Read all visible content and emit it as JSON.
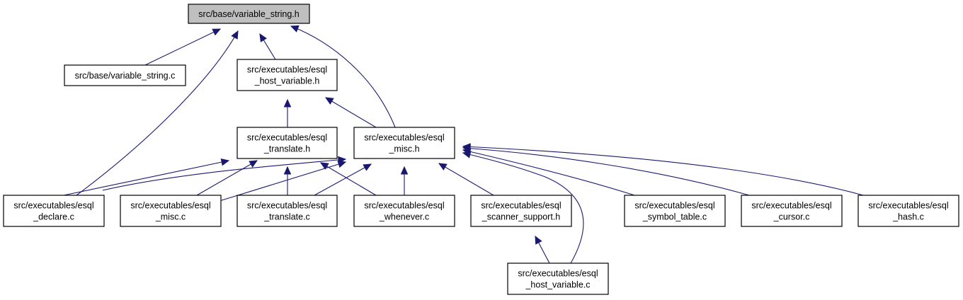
{
  "nodes": {
    "variable_string_h": {
      "lines": [
        "src/base/variable_string.h"
      ],
      "root": true
    },
    "variable_string_c": {
      "lines": [
        "src/base/variable_string.c"
      ]
    },
    "host_variable_h": {
      "lines": [
        "src/executables/esql",
        "_host_variable.h"
      ]
    },
    "translate_h": {
      "lines": [
        "src/executables/esql",
        "_translate.h"
      ]
    },
    "misc_h": {
      "lines": [
        "src/executables/esql",
        "_misc.h"
      ]
    },
    "declare_c": {
      "lines": [
        "src/executables/esql",
        "_declare.c"
      ]
    },
    "misc_c": {
      "lines": [
        "src/executables/esql",
        "_misc.c"
      ]
    },
    "translate_c": {
      "lines": [
        "src/executables/esql",
        "_translate.c"
      ]
    },
    "whenever_c": {
      "lines": [
        "src/executables/esql",
        "_whenever.c"
      ]
    },
    "scanner_support_h": {
      "lines": [
        "src/executables/esql",
        "_scanner_support.h"
      ]
    },
    "symbol_table_c": {
      "lines": [
        "src/executables/esql",
        "_symbol_table.c"
      ]
    },
    "cursor_c": {
      "lines": [
        "src/executables/esql",
        "_cursor.c"
      ]
    },
    "hash_c": {
      "lines": [
        "src/executables/esql",
        "_hash.c"
      ]
    },
    "host_variable_c": {
      "lines": [
        "src/executables/esql",
        "_host_variable.c"
      ]
    }
  },
  "edges": [
    {
      "from": "variable_string_h",
      "to": "variable_string_c"
    },
    {
      "from": "variable_string_h",
      "to": "host_variable_h"
    },
    {
      "from": "variable_string_h",
      "to": "declare_c"
    },
    {
      "from": "variable_string_h",
      "to": "misc_h"
    },
    {
      "from": "host_variable_h",
      "to": "translate_h"
    },
    {
      "from": "host_variable_h",
      "to": "misc_h"
    },
    {
      "from": "translate_h",
      "to": "declare_c"
    },
    {
      "from": "translate_h",
      "to": "misc_c"
    },
    {
      "from": "translate_h",
      "to": "translate_c"
    },
    {
      "from": "translate_h",
      "to": "whenever_c"
    },
    {
      "from": "misc_h",
      "to": "declare_c"
    },
    {
      "from": "misc_h",
      "to": "misc_c"
    },
    {
      "from": "misc_h",
      "to": "translate_c"
    },
    {
      "from": "misc_h",
      "to": "whenever_c"
    },
    {
      "from": "misc_h",
      "to": "scanner_support_h"
    },
    {
      "from": "misc_h",
      "to": "symbol_table_c"
    },
    {
      "from": "misc_h",
      "to": "cursor_c"
    },
    {
      "from": "misc_h",
      "to": "hash_c"
    },
    {
      "from": "misc_h",
      "to": "host_variable_c"
    },
    {
      "from": "scanner_support_h",
      "to": "host_variable_c"
    }
  ],
  "colors": {
    "edge": "#191970",
    "root_fill": "#bfbfbf",
    "node_fill": "#ffffff",
    "border": "#000000"
  }
}
